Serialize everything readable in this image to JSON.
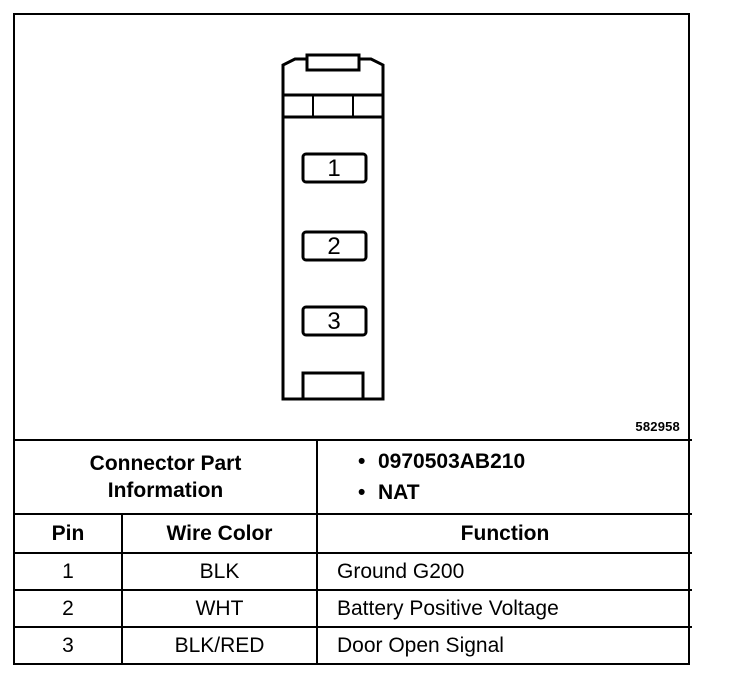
{
  "figure_id": "582958",
  "connector": {
    "pin_labels": [
      "1",
      "2",
      "3"
    ]
  },
  "part_info": {
    "label_line1": "Connector Part",
    "label_line2": "Information",
    "values": [
      "0970503AB210",
      "NAT"
    ],
    "bullet": "•"
  },
  "table": {
    "headers": {
      "pin": "Pin",
      "wire_color": "Wire Color",
      "function": "Function"
    },
    "rows": [
      {
        "pin": "1",
        "wire_color": "BLK",
        "function": "Ground G200"
      },
      {
        "pin": "2",
        "wire_color": "WHT",
        "function": "Battery Positive Voltage"
      },
      {
        "pin": "3",
        "wire_color": "BLK/RED",
        "function": "Door Open Signal"
      }
    ]
  }
}
